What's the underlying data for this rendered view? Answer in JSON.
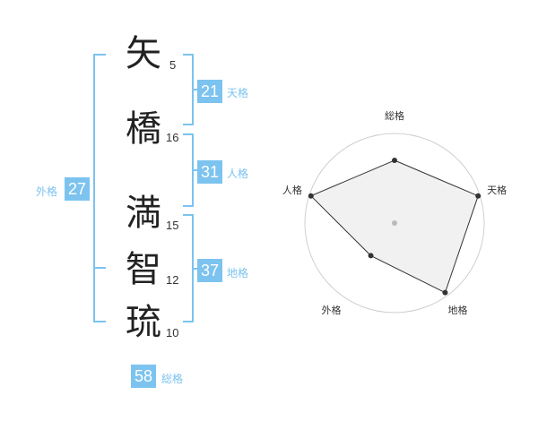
{
  "name": {
    "chars": [
      {
        "char": "矢",
        "strokes": "5"
      },
      {
        "char": "橋",
        "strokes": "16"
      },
      {
        "char": "満",
        "strokes": "15"
      },
      {
        "char": "智",
        "strokes": "12"
      },
      {
        "char": "琉",
        "strokes": "10"
      }
    ]
  },
  "kakusu": {
    "tenkaku": {
      "value": "21",
      "label": "天格"
    },
    "jinkaku": {
      "value": "31",
      "label": "人格"
    },
    "chikaku": {
      "value": "37",
      "label": "地格"
    },
    "gaikaku": {
      "value": "27",
      "label": "外格"
    },
    "soukaku": {
      "value": "58",
      "label": "総格"
    }
  },
  "colors": {
    "accent": "#7cc3ef",
    "text": "#222222"
  },
  "chart_data": {
    "type": "radar",
    "axes": [
      "総格",
      "天格",
      "地格",
      "外格",
      "人格"
    ],
    "values": [
      0.7,
      0.98,
      0.96,
      0.45,
      0.98
    ],
    "rings": 4,
    "max": 1
  }
}
